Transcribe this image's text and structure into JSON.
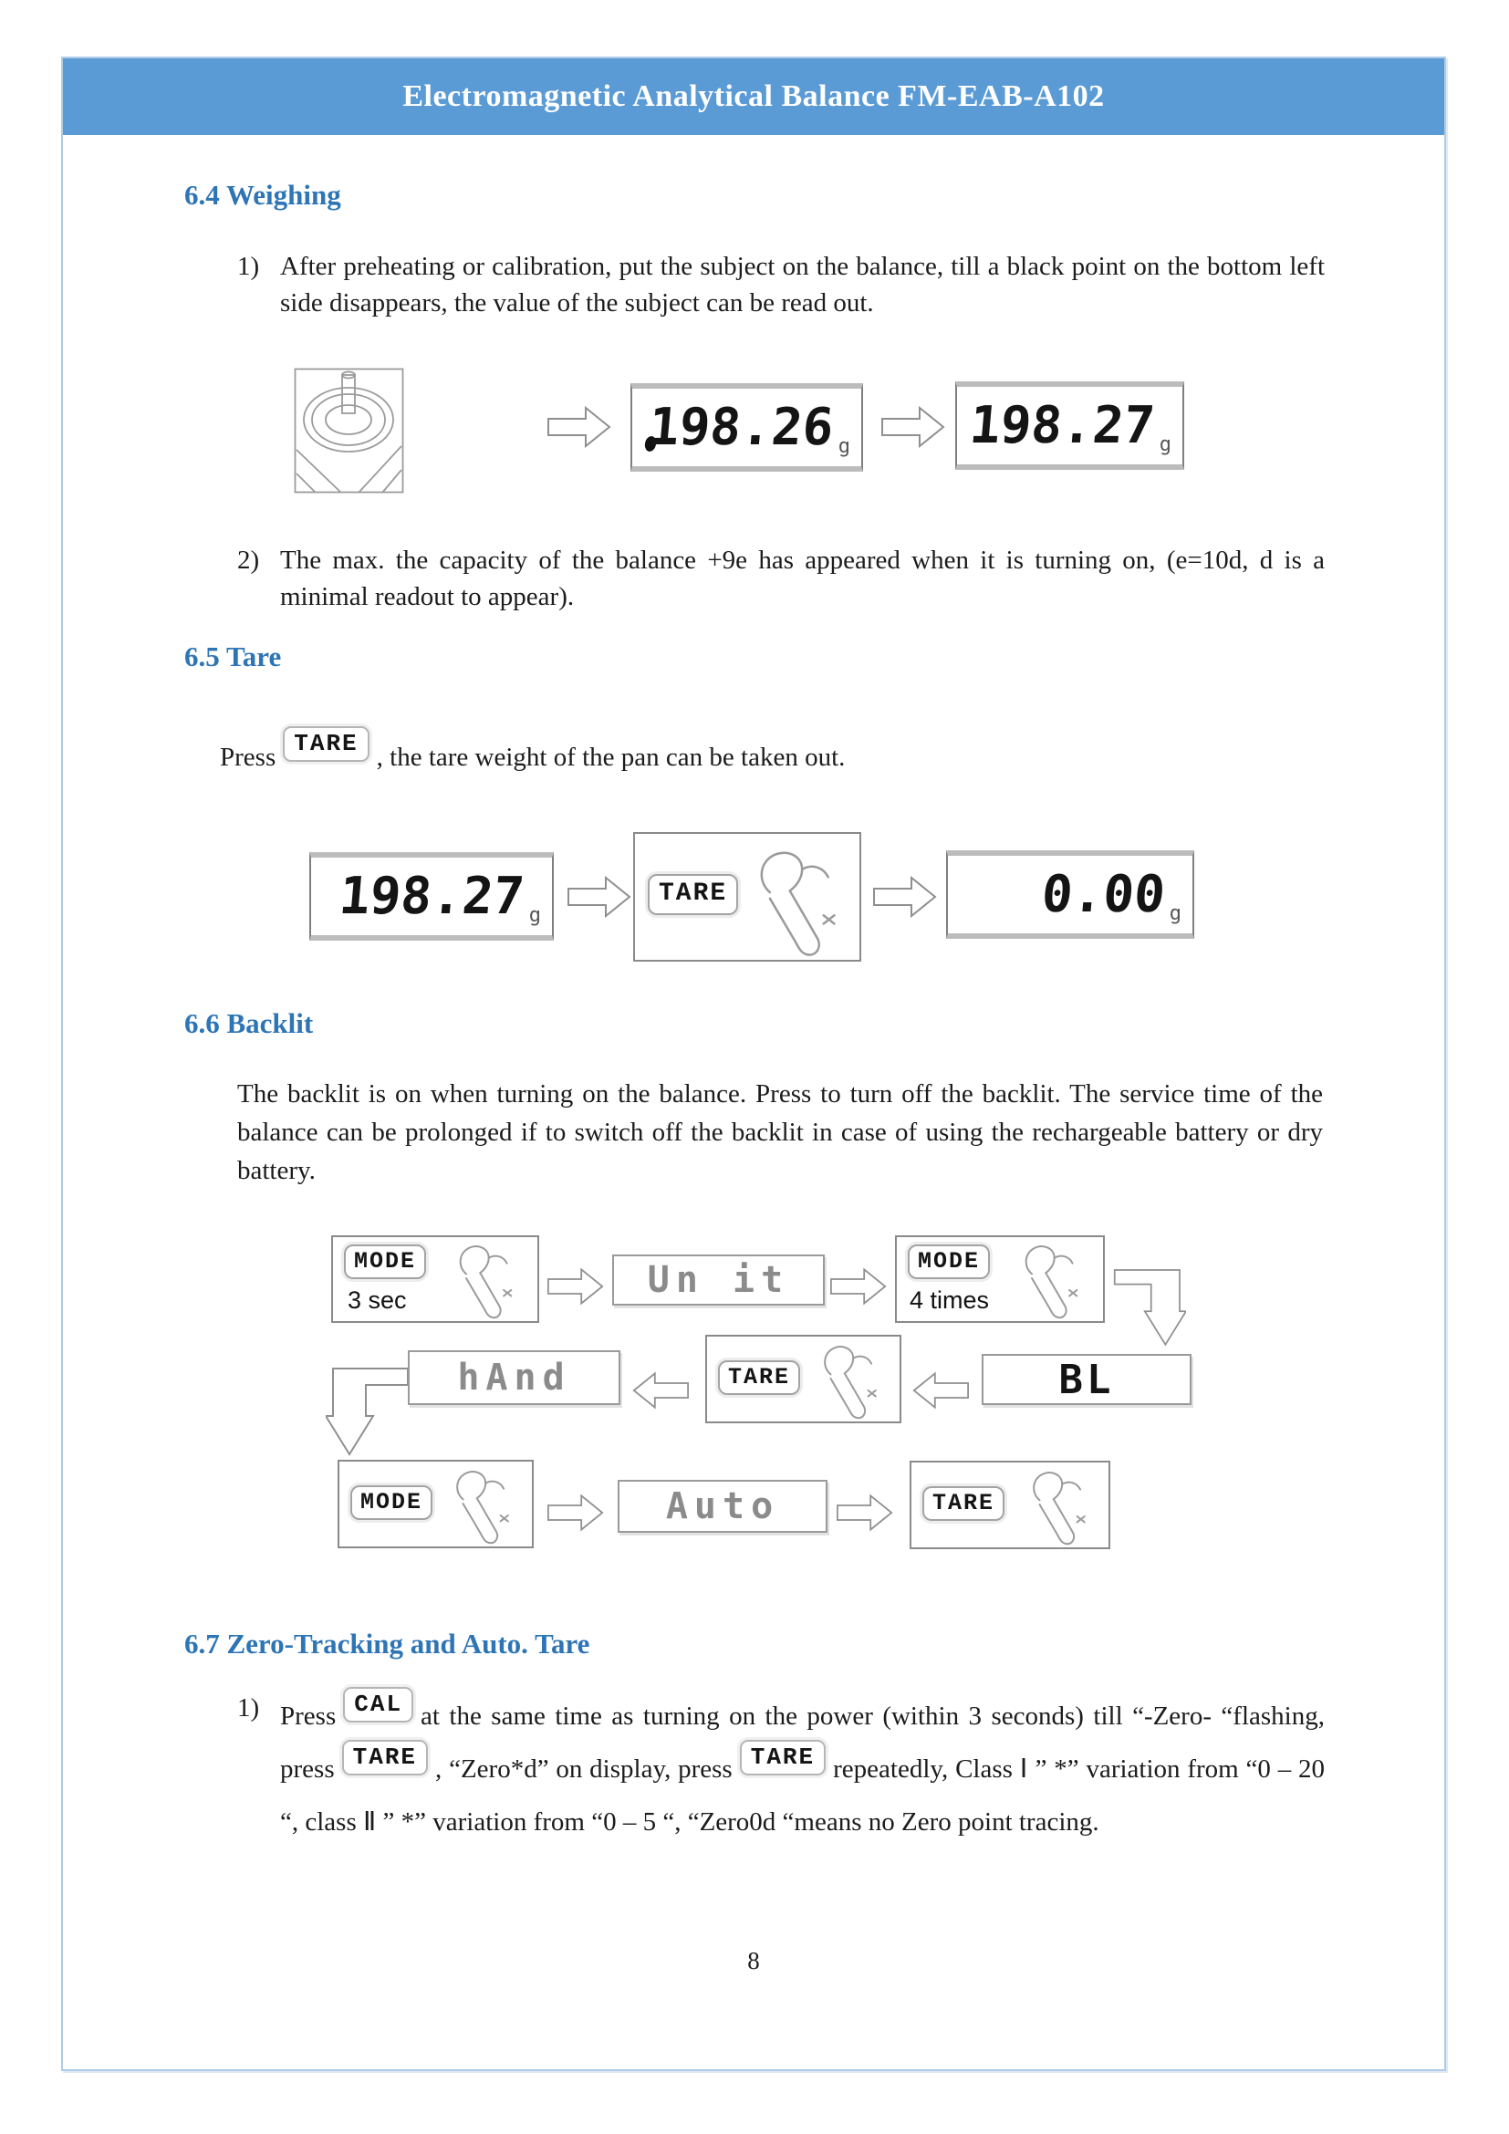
{
  "header": {
    "title": "Electromagnetic Analytical Balance FM-EAB-A102"
  },
  "buttons": {
    "tare": "TARE",
    "mode": "MODE",
    "cal": "CAL"
  },
  "lcd": {
    "weigh_unstable": "198.26",
    "weigh_stable": "198.27",
    "tare_before": "198.27",
    "tare_after": "0.00",
    "unit": "g",
    "unit_mode": "Un it",
    "hand": "hAnd",
    "auto": "Auto",
    "bl": "BL"
  },
  "sections": {
    "weighing": {
      "heading": "6.4 Weighing",
      "item1_num": "1)",
      "item1": "After preheating or calibration, put the subject on the balance, till a black point on the bottom left side disappears, the value of the subject can be read out.",
      "item2_num": "2)",
      "item2": "The max. the capacity of the balance +9e has appeared when it is turning on, (e=10d, d is a minimal readout to appear)."
    },
    "tare": {
      "heading": "6.5 Tare",
      "press_prefix": "Press",
      "press_suffix": ", the tare weight of the pan can be taken out."
    },
    "backlit": {
      "heading": "6.6 Backlit",
      "body": "The backlit is on when turning on the balance. Press to turn off the backlit. The service time of the balance can be prolonged if to switch off the backlit in case of using the rechargeable battery or dry battery.",
      "label_3sec": "3 sec",
      "label_4times": "4 times"
    },
    "zero": {
      "heading": "6.7 Zero-Tracking and Auto. Tare",
      "item_num": "1)",
      "seg1": "Press",
      "seg2": "at the same time as turning on the power (within 3 seconds) till “-Zero- “flashing, press",
      "seg3": ", “Zero*d” on display, press",
      "seg4": "repeatedly, Class Ⅰ ” *” variation from “0 – 20 “, class Ⅱ ” *” variation from “0 – 5 “, “Zero0d “means no Zero point tracing."
    }
  },
  "footer": {
    "page_number": "8"
  }
}
